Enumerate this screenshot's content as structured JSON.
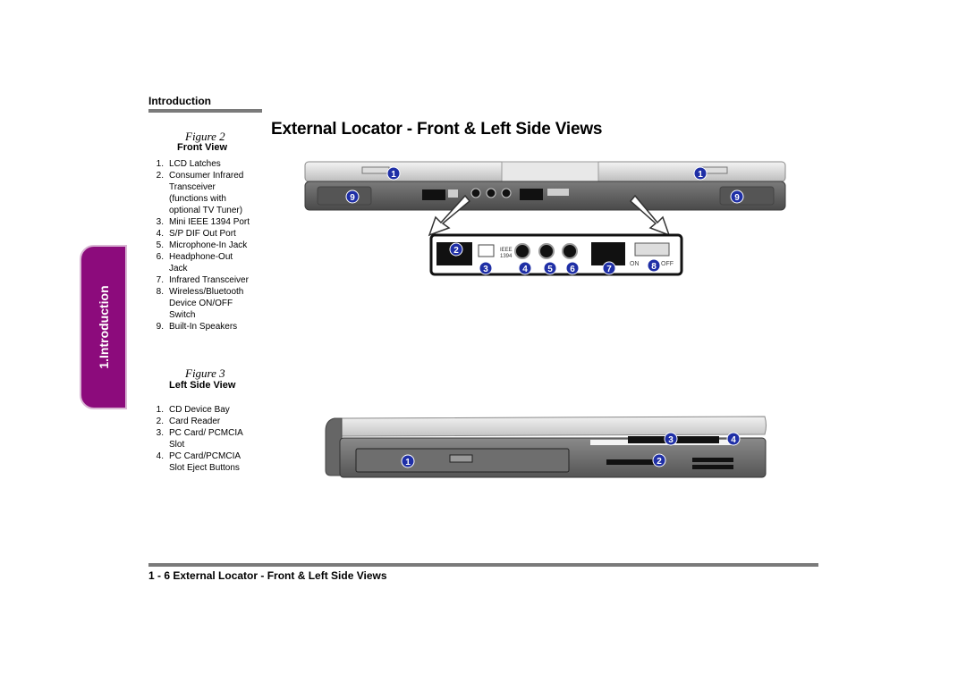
{
  "header": {
    "section_label": "Introduction"
  },
  "page_title": "External Locator - Front & Left Side Views",
  "side_tab": {
    "label": "1.Introduction",
    "color": "#8c0b7c"
  },
  "figure2": {
    "label": "Figure 2",
    "title": "Front View",
    "items": [
      {
        "num": "1.",
        "lines": [
          "LCD Latches"
        ]
      },
      {
        "num": "2.",
        "lines": [
          "Consumer Infrared",
          "Transceiver",
          "(functions with",
          "optional TV Tuner)"
        ]
      },
      {
        "num": "3.",
        "lines": [
          "Mini IEEE 1394 Port"
        ]
      },
      {
        "num": "4.",
        "lines": [
          "S/P DIF Out Port"
        ]
      },
      {
        "num": "5.",
        "lines": [
          "Microphone-In Jack"
        ]
      },
      {
        "num": "6.",
        "lines": [
          "Headphone-Out",
          "Jack"
        ]
      },
      {
        "num": "7.",
        "lines": [
          "Infrared Transceiver"
        ]
      },
      {
        "num": "8.",
        "lines": [
          "Wireless/Bluetooth",
          "Device ON/OFF",
          "Switch"
        ]
      },
      {
        "num": "9.",
        "lines": [
          "Built-In Speakers"
        ]
      }
    ]
  },
  "figure3": {
    "label": "Figure 3",
    "title": "Left Side View",
    "items": [
      {
        "num": "1.",
        "lines": [
          "CD Device Bay"
        ]
      },
      {
        "num": "2.",
        "lines": [
          "Card Reader"
        ]
      },
      {
        "num": "3.",
        "lines": [
          "PC Card/ PCMCIA",
          "Slot"
        ]
      },
      {
        "num": "4.",
        "lines": [
          "PC Card/PCMCIA",
          "Slot Eject Buttons"
        ]
      }
    ]
  },
  "front_image": {
    "callouts": [
      "1",
      "1",
      "9",
      "9"
    ],
    "zoom_callouts": [
      "2",
      "3",
      "4",
      "5",
      "6",
      "7",
      "8"
    ],
    "port_labels": {
      "ieee": "IEEE",
      "ieee_num": "1394",
      "on": "ON",
      "off": "OFF"
    }
  },
  "side_image": {
    "callouts": [
      "1",
      "2",
      "3",
      "4"
    ]
  },
  "footer": {
    "text": "1 - 6  External Locator - Front & Left Side Views"
  },
  "colors": {
    "callout": "#1f2fa6",
    "rule": "#7a7a7a"
  }
}
